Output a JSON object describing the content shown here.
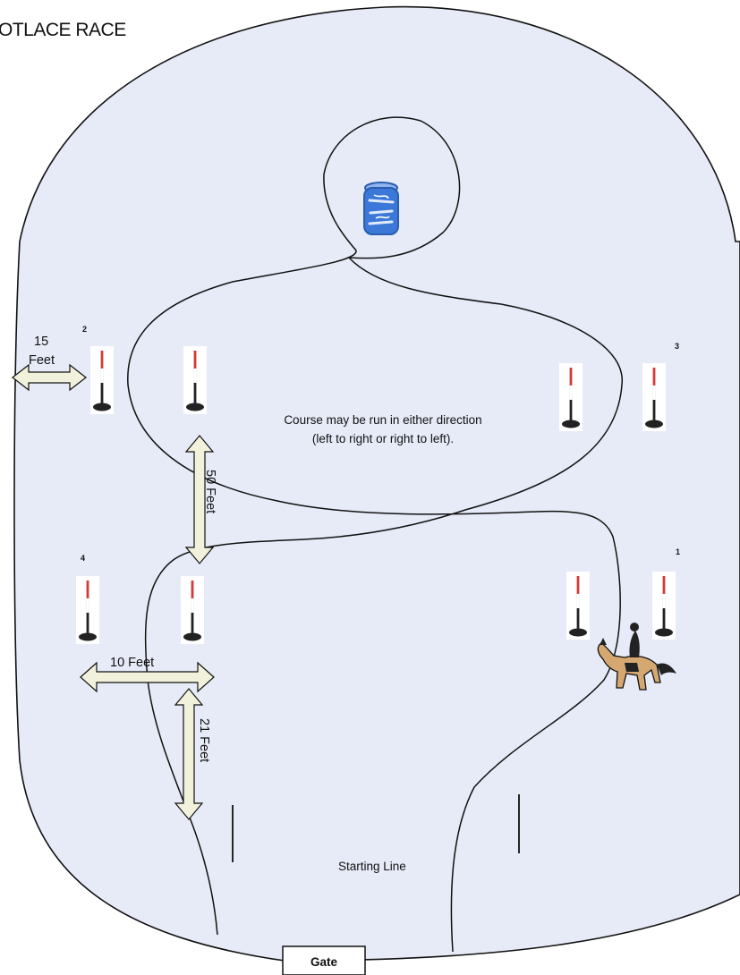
{
  "title": "OTLACE RACE",
  "course_note": {
    "line1": "Course may be run in either direction",
    "line2": "(left to right or right to left)."
  },
  "measurements": {
    "wall_to_pole": "15 Feet",
    "pole_row_gap": "50 Feet",
    "pole_pair_gap": "10 Feet",
    "pole_to_start": "21 Feet"
  },
  "pole_numbers": [
    "1",
    "2",
    "3",
    "4"
  ],
  "starting_line_label": "Starting Line",
  "gate_label": "Gate",
  "colors": {
    "arena_fill": "#e6ebf7",
    "pole_stripe": "#d23a3a",
    "barrel": "#3b78d8",
    "arrow_fill": "#f2f2dc"
  }
}
